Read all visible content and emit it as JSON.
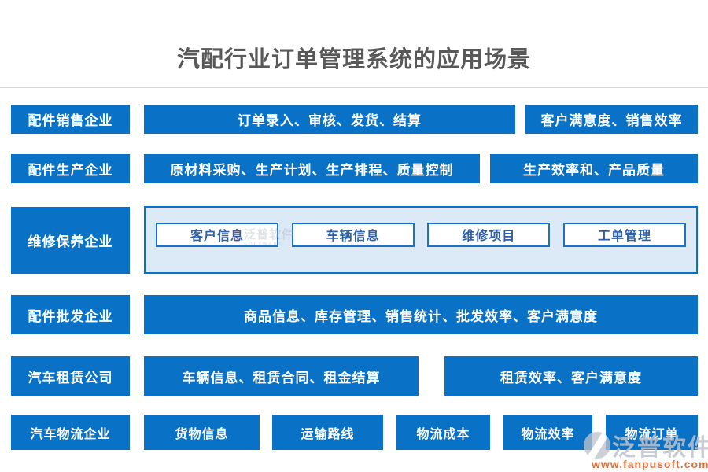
{
  "title": "汽配行业订单管理系统的应用场景",
  "rows": [
    {
      "label": "配件销售企业",
      "bars": [
        "订单录入、审核、发货、结算",
        "客户满意度、销售效率"
      ]
    },
    {
      "label": "配件生产企业",
      "bars": [
        "原材料采购、生产计划、生产排程、质量控制",
        "生产效率和、产品质量"
      ]
    },
    {
      "label": "维修保养企业",
      "panel_buttons": [
        "客户信息",
        "车辆信息",
        "维修项目",
        "工单管理"
      ]
    },
    {
      "label": "配件批发企业",
      "bars": [
        "商品信息、库存管理、销售统计、批发效率、客户满意度"
      ]
    },
    {
      "label": "汽车租赁公司",
      "bars": [
        "车辆信息、租赁合同、租金结算",
        "租赁效率、客户满意度"
      ]
    },
    {
      "label": "汽车物流企业",
      "buttons": [
        "货物信息",
        "运输路线",
        "物流成本",
        "物流效率",
        "物流订单"
      ]
    }
  ],
  "watermark": {
    "brand": "泛普软件",
    "url": "www.fanpusoft.com"
  },
  "inline_watermark": {
    "brand": "泛普软件",
    "sub": "SOFTWARE"
  },
  "colors": {
    "primary_blue": "#0A72C6",
    "panel_fill": "#DCEAF8",
    "panel_border": "#0A72C6",
    "panel_button_text": "#2E5FA8",
    "title_gray": "#595959",
    "watermark_gray": "#BFC3C9",
    "watermark_url_orange": "#E0703C"
  }
}
